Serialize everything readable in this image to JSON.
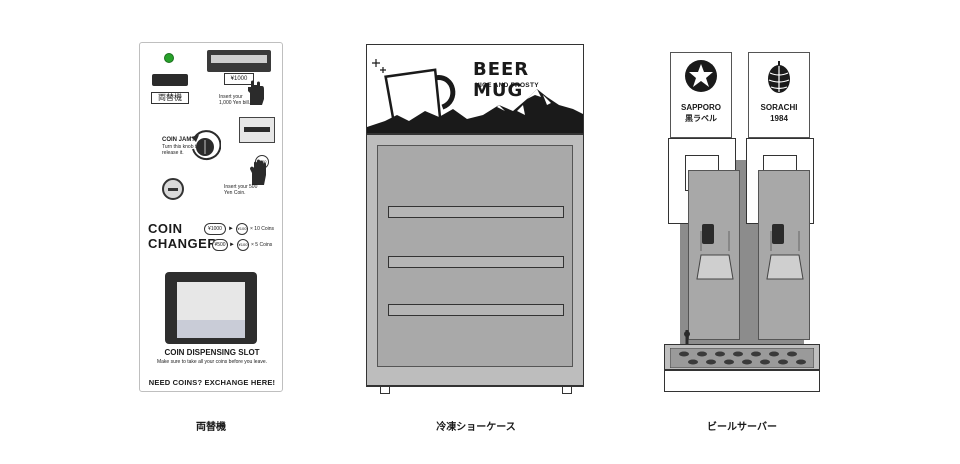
{
  "changer": {
    "kanji_label": "両替機",
    "bill_denomination": "¥1000",
    "insert_bill_text": "Insert your 1,000 Yen bill.",
    "coin_jam_title": "COIN JAM?",
    "coin_jam_text": "Turn this knob to release it.",
    "coin_denomination": "¥500",
    "insert_coin_text": "Insert your 500 Yen Coin.",
    "title_line1": "COIN",
    "title_line2": "CHANGER",
    "rate1_from": "¥1000",
    "rate1_to": "¥100",
    "rate1_qty": "× 10 Coins",
    "rate2_from": "¥500",
    "rate2_to": "¥100",
    "rate2_qty": "× 5 Coins",
    "arrow": "►",
    "dispense_label": "COIN DISPENSING SLOT",
    "dispense_sub": "Make sure to take all your coins before you leave.",
    "footer": "NEED COINS? EXCHANGE HERE!",
    "led_color": "#27a12a"
  },
  "showcase": {
    "title": "BEER MUG",
    "subtitle": "NICE AND FROSTY"
  },
  "server": {
    "left_brand_line1": "SAPPORO",
    "left_brand_line2": "黒ラベル",
    "right_brand_line1": "SORACHI",
    "right_brand_line2": "1984",
    "left_icon": "star-badge-icon",
    "right_icon": "hop-icon"
  },
  "captions": {
    "changer": "両替機",
    "showcase": "冷凍ショーケース",
    "server": "ビールサーバー"
  }
}
